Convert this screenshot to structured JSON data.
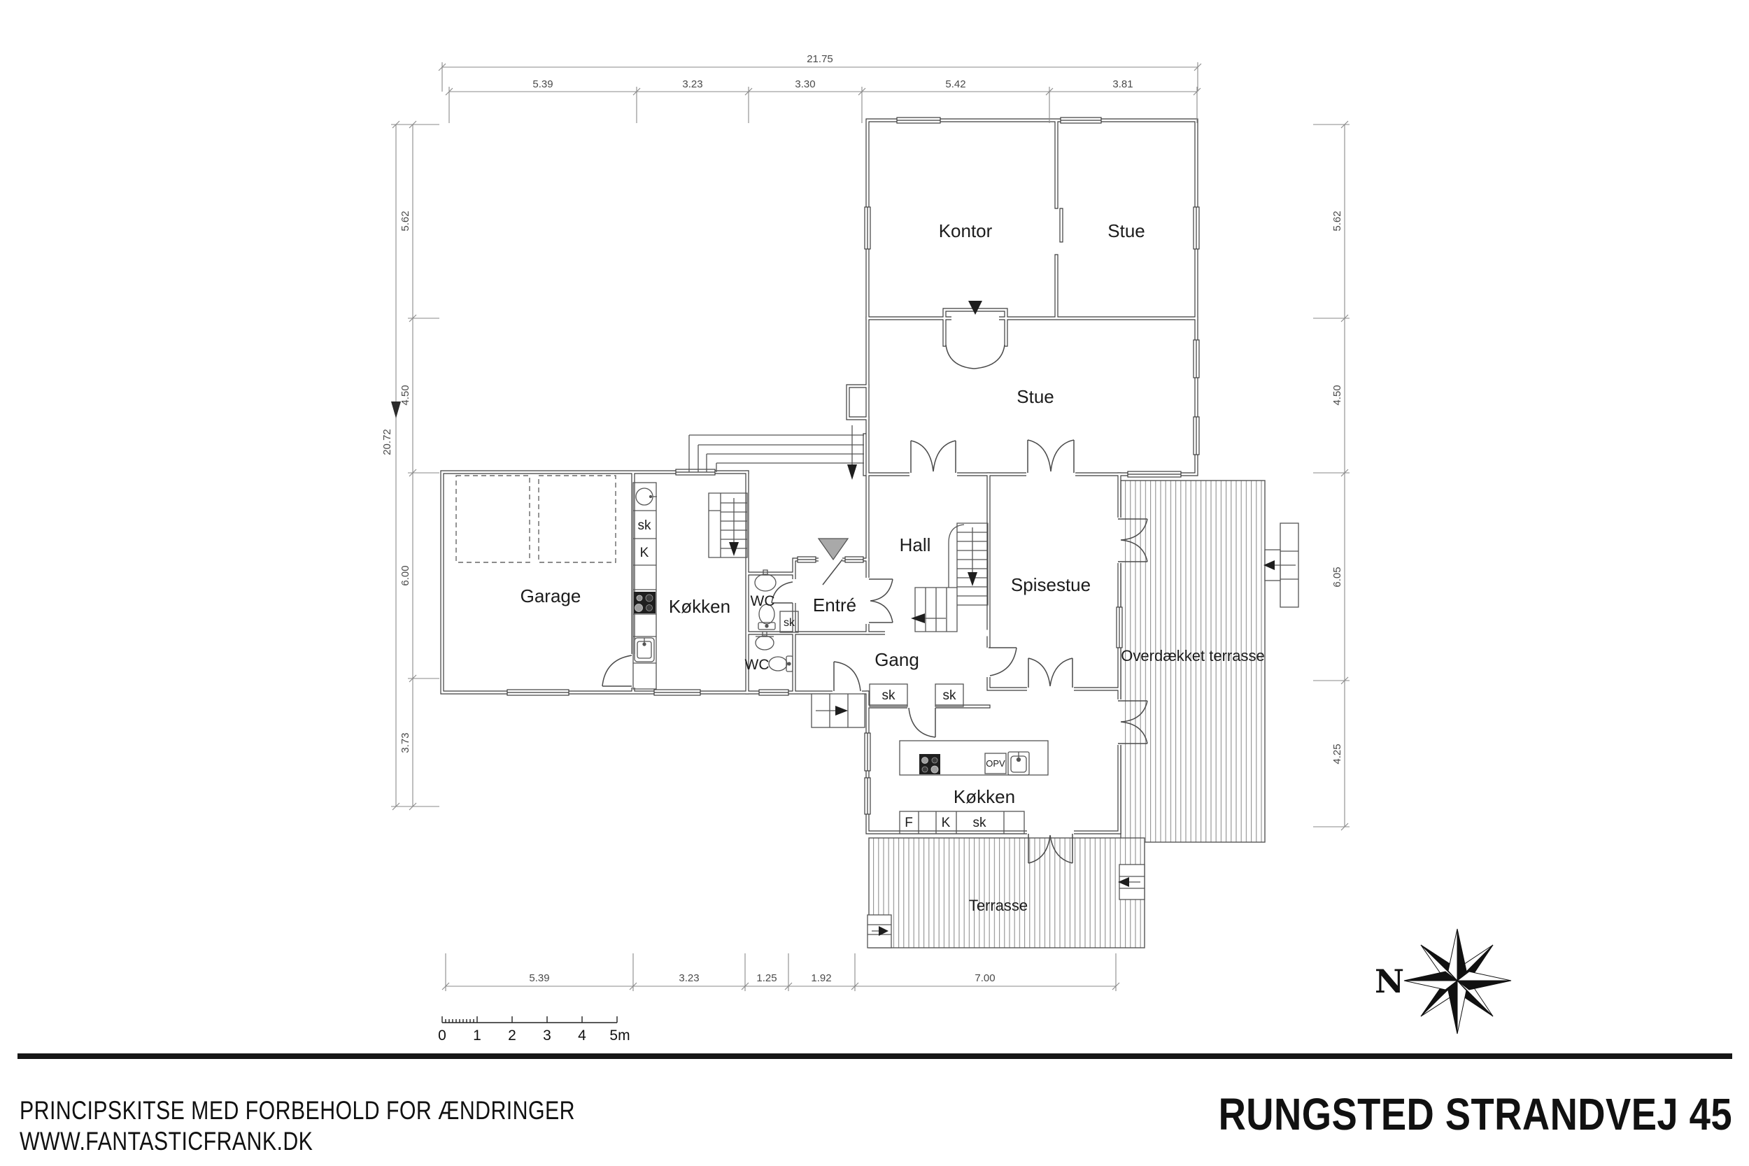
{
  "plan": {
    "rooms": {
      "kontor": "Kontor",
      "stue_top": "Stue",
      "stue_main": "Stue",
      "hall": "Hall",
      "spisestue": "Spisestue",
      "garage": "Garage",
      "kokken_west": "Køkken",
      "kokken_south": "Køkken",
      "entre": "Entré",
      "gang": "Gang",
      "wc_upper": "WC",
      "wc_lower": "WC",
      "overdaekket_terrasse": "Overdækket terrasse",
      "terrasse": "Terrasse"
    },
    "fixtures": {
      "sk": "sk",
      "k": "K",
      "f": "F",
      "opv": "OPV"
    }
  },
  "dimensions": {
    "top": {
      "overall": "21.75",
      "segments": [
        "5.39",
        "3.23",
        "3.30",
        "5.42",
        "3.81"
      ]
    },
    "left": {
      "overall": "20.72",
      "segments": [
        "5.62",
        "4.50",
        "6.00",
        "3.73"
      ]
    },
    "right": {
      "segments": [
        "5.62",
        "4.50",
        "6.05",
        "4.25"
      ]
    },
    "bottom": {
      "segments": [
        "5.39",
        "3.23",
        "1.25",
        "1.92",
        "7.00"
      ]
    }
  },
  "scale_bar": {
    "labels": [
      "0",
      "1",
      "2",
      "3",
      "4",
      "5m"
    ]
  },
  "compass": {
    "north": "N"
  },
  "footer": {
    "disclaimer": "PRINCIPSKITSE MED FORBEHOLD FOR ÆNDRINGER",
    "website": "WWW.FANTASTICFRANK.DK",
    "title": "RUNGSTED STRANDVEJ 45"
  }
}
